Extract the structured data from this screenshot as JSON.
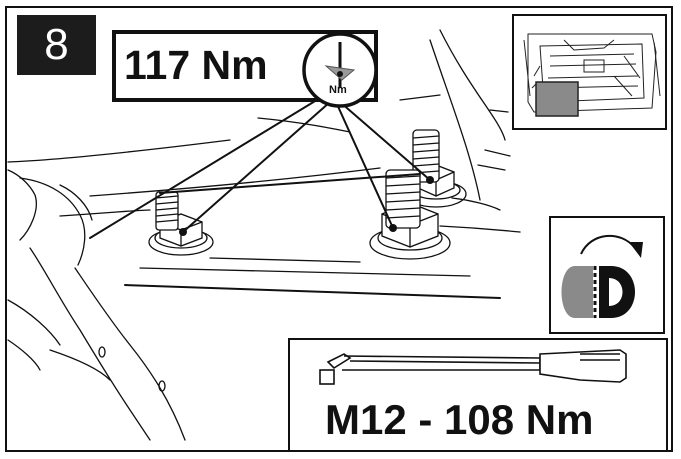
{
  "step": {
    "number": "8"
  },
  "torque": {
    "value": "117 Nm",
    "icon_unit": "Nm"
  },
  "tool": {
    "spec": "M12 - 108 Nm"
  },
  "icons": {
    "torque_wrench": "torque-wrench-icon",
    "side_switch": "side-switch-icon",
    "rotate_arrow": "rotate-arrow-icon"
  },
  "colors": {
    "ink": "#111111",
    "badge": "#1c1c1c",
    "grey_half": "#8a8a8a",
    "background": "#ffffff"
  }
}
